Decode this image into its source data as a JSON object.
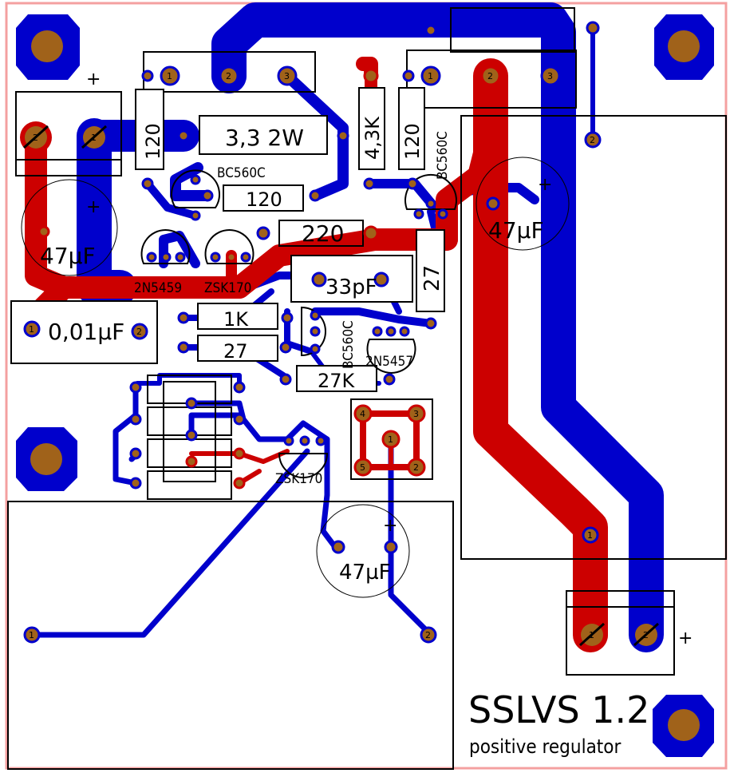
{
  "title": "SSLVS 1.2",
  "subtitle": "positive regulator",
  "labels": {
    "r_3_3_2w": "3,3 2W",
    "r_120_top": "120",
    "r_120_mid": "120",
    "r_120_v": "120",
    "r_4_3k": "4,3K",
    "r_220": "220",
    "r_27_v": "27",
    "r_1k": "1K",
    "r_27_h": "27",
    "r_27k": "27K",
    "c_47uf_left": "47µF",
    "c_47uf_right": "47µF",
    "c_47uf_bottom": "47µF",
    "c_33pf": "33pF",
    "c_001uf": "0,01µF",
    "q_bc560c_1": "BC560C",
    "q_bc560c_2": "BC560C",
    "q_bc560c_3": "BC560C",
    "q_2n5459": "2N5459",
    "q_zsk170_1": "ZSK170",
    "q_zsk170_2": "ZSK170",
    "q_2n5457": "2N5457",
    "plus": "+",
    "pin1": "1",
    "pin2": "2",
    "pin3": "3",
    "pin4": "4",
    "pin5": "5"
  },
  "colors": {
    "top_layer": "#cc0000",
    "bottom_layer": "#0000cc",
    "pad": "#a0621a",
    "outline": "#000000",
    "border": "#f4a0a0"
  }
}
